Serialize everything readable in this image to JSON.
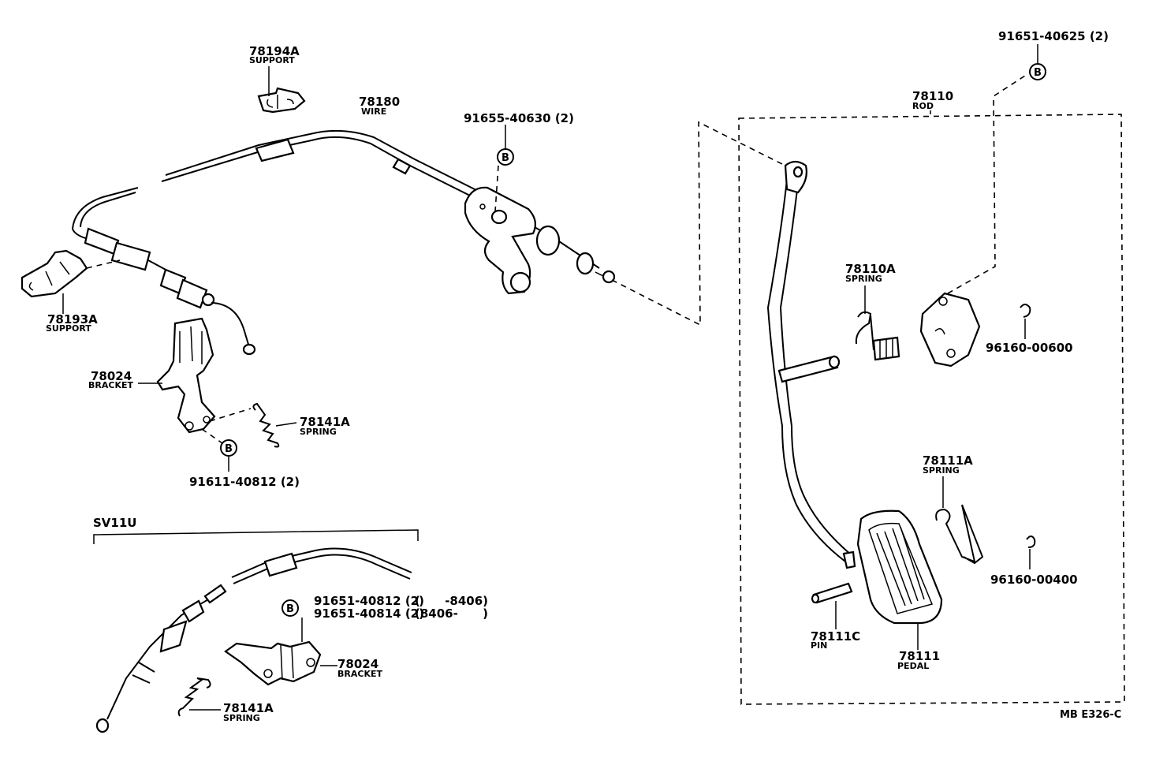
{
  "diagram_id": "MB E326-C",
  "sub_variant": {
    "label": "SV11U"
  },
  "parts": {
    "support_78194A": {
      "number": "78194A",
      "name": "SUPPORT"
    },
    "wire_78180": {
      "number": "78180",
      "name": "WIRE"
    },
    "bolt_91655": {
      "number": "91655-40630 (2)"
    },
    "support_78193A": {
      "number": "78193A",
      "name": "SUPPORT"
    },
    "bracket_78024": {
      "number": "78024",
      "name": "BRACKET"
    },
    "spring_78141A": {
      "number": "78141A",
      "name": "SPRING"
    },
    "bolt_91611": {
      "number": "91611-40812 (2)"
    },
    "bolt_91651_top": {
      "number": "91651-40625 (2)"
    },
    "rod_78110": {
      "number": "78110",
      "name": "ROD"
    },
    "spring_78110A": {
      "number": "78110A",
      "name": "SPRING"
    },
    "clip_96160_600": {
      "number": "96160-00600"
    },
    "spring_78111A": {
      "number": "78111A",
      "name": "SPRING"
    },
    "clip_96160_400": {
      "number": "96160-00400"
    },
    "pin_78111C": {
      "number": "78111C",
      "name": "PIN"
    },
    "pedal_78111": {
      "number": "78111",
      "name": "PEDAL"
    },
    "sv_bolt_a": {
      "number": "91651-40812 (2)",
      "range": "(      -8406)"
    },
    "sv_bolt_b": {
      "number": "91651-40814 (2)",
      "range": "(8406-      )"
    },
    "sv_bracket_78024": {
      "number": "78024",
      "name": "BRACKET"
    },
    "sv_spring_78141A": {
      "number": "78141A",
      "name": "SPRING"
    }
  },
  "bolt_marker": "B",
  "colors": {
    "ink": "#000000",
    "paper": "#ffffff"
  }
}
